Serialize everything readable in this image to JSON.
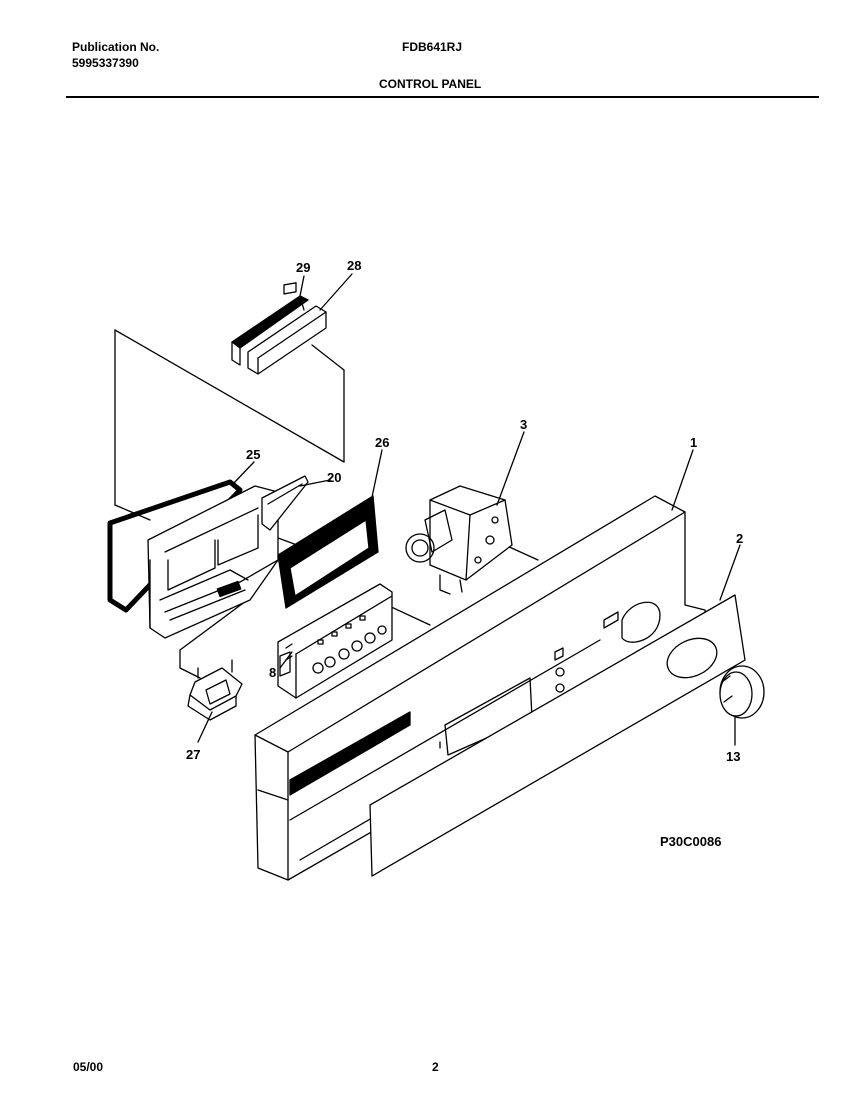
{
  "header": {
    "publication_label": "Publication No.",
    "publication_number": "5995337390",
    "model": "FDB641RJ",
    "section_title": "CONTROL PANEL"
  },
  "diagram": {
    "callouts": [
      "29",
      "28",
      "3",
      "26",
      "1",
      "25",
      "20",
      "2",
      "8",
      "27",
      "13"
    ],
    "figure_code": "P30C0086"
  },
  "footer": {
    "date": "05/00",
    "page": "2"
  }
}
